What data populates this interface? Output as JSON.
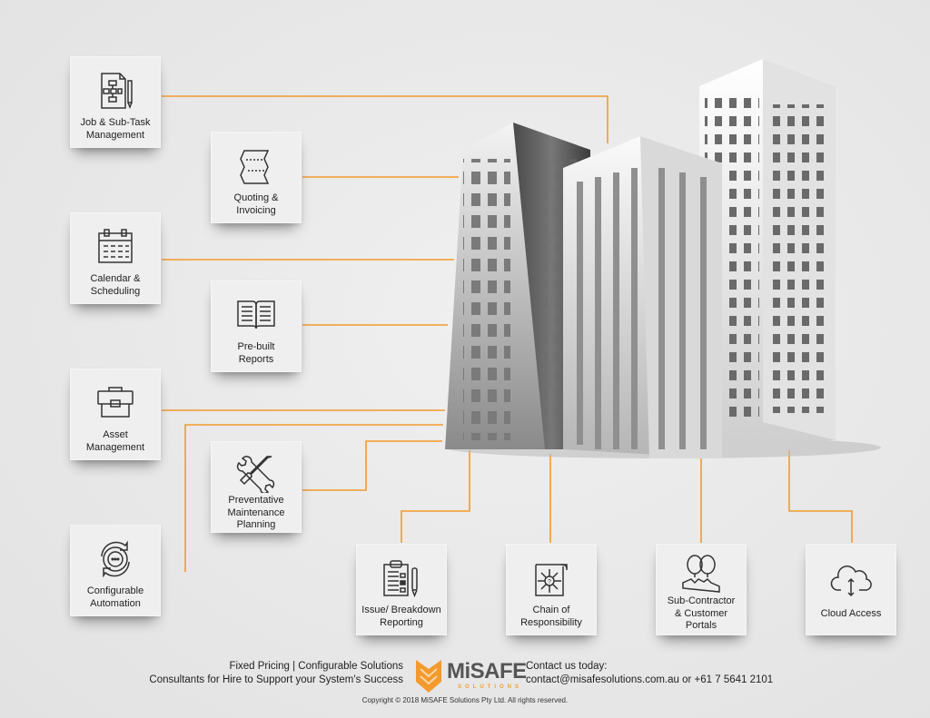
{
  "theme": {
    "accent": "#f39a2e",
    "card_bg": "#efefef",
    "background": "#e9e9e9",
    "text": "#222222"
  },
  "features": {
    "job": {
      "label": "Job & Sub-Task Management",
      "line1": "Job & Sub-Task",
      "line2": "Management",
      "icon": "flowchart-document-pen-icon"
    },
    "quoting": {
      "label": "Quoting & Invoicing",
      "line1": "Quoting &",
      "line2": "Invoicing",
      "icon": "folded-receipt-icon"
    },
    "calendar": {
      "label": "Calendar & Scheduling",
      "line1": "Calendar &",
      "line2": "Scheduling",
      "icon": "calendar-icon"
    },
    "reports": {
      "label": "Pre-built Reports",
      "line1": "Pre-built",
      "line2": "Reports",
      "icon": "open-book-icon"
    },
    "asset": {
      "label": "Asset Management",
      "line1": "Asset",
      "line2": "Management",
      "icon": "briefcase-icon"
    },
    "maintenance": {
      "label": "Preventative Maintenance Planning",
      "line1": "Preventative",
      "line2": "Maintenance",
      "line3": "Planning",
      "icon": "wrench-screwdriver-icon"
    },
    "automation": {
      "label": "Configurable Automation",
      "line1": "Configurable",
      "line2": "Automation",
      "icon": "cycle-arrows-icon"
    },
    "issue": {
      "label": "Issue/ Breakdown Reporting",
      "line1": "Issue/ Breakdown",
      "line2": "Reporting",
      "icon": "clipboard-checklist-pen-icon"
    },
    "chain": {
      "label": "Chain of Responsibility",
      "line1": "Chain of",
      "line2": "Responsibility",
      "icon": "scroll-arrows-question-icon"
    },
    "portals": {
      "label": "Sub-Contractor & Customer Portals",
      "line1": "Sub-Contractor",
      "line2": "& Customer",
      "line3": "Portals",
      "icon": "two-people-icon"
    },
    "cloud": {
      "label": "Cloud Access",
      "line1": "Cloud Access",
      "icon": "cloud-sync-icon"
    }
  },
  "footer": {
    "tagline1": "Fixed Pricing  |  Configurable Solutions",
    "tagline2": "Consultants for Hire to Support your System's Success",
    "brand": "MiSAFE",
    "brand_sub": "SOLUTIONS",
    "contact_heading": "Contact us today:",
    "contact_line": "contact@misafesolutions.com.au or +61 7 5641 2101",
    "copyright": "Copyright © 2018 MiSAFE Solutions Pty Ltd. All rights reserved."
  }
}
